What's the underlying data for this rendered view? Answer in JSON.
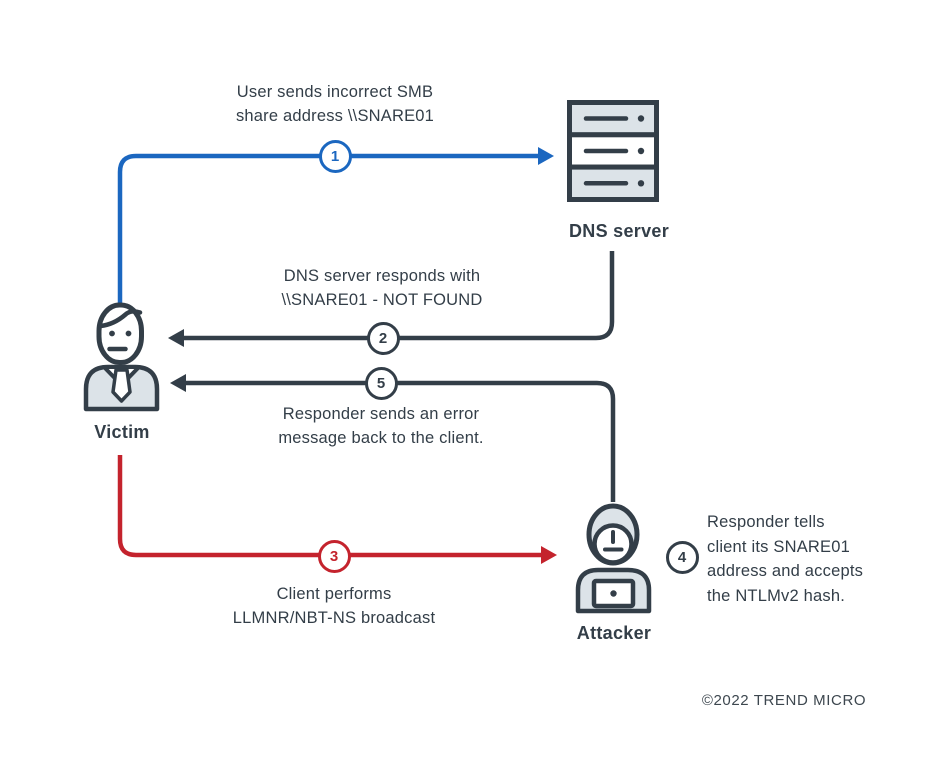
{
  "nodes": {
    "dns_server": {
      "label": "DNS server",
      "icon": "server-icon"
    },
    "victim": {
      "label": "Victim",
      "icon": "person-icon"
    },
    "attacker": {
      "label": "Attacker",
      "icon": "hooded-hacker-icon"
    }
  },
  "steps": {
    "s1": {
      "number": "1",
      "color": "#1b67c0",
      "lines": [
        "User sends incorrect SMB",
        "share address \\\\SNARE01"
      ]
    },
    "s2": {
      "number": "2",
      "color": "#333e48",
      "lines": [
        "DNS server responds with",
        "\\\\SNARE01 - NOT FOUND"
      ]
    },
    "s3": {
      "number": "3",
      "color": "#c4232d",
      "lines": [
        "Client performs",
        "LLMNR/NBT-NS broadcast"
      ]
    },
    "s4": {
      "number": "4",
      "color": "#333e48",
      "lines": [
        "Responder tells",
        "client its SNARE01",
        "address and accepts",
        "the NTLMv2 hash."
      ]
    },
    "s5": {
      "number": "5",
      "color": "#333e48",
      "lines": [
        "Responder sends an error",
        "message back to the client."
      ]
    }
  },
  "footer": {
    "copyright": "©2022 TREND MICRO"
  },
  "colors": {
    "dark": "#333e48",
    "blue": "#1b67c0",
    "red": "#c4232d",
    "light_gray_fill": "#dce3e8",
    "background": "#ffffff"
  }
}
